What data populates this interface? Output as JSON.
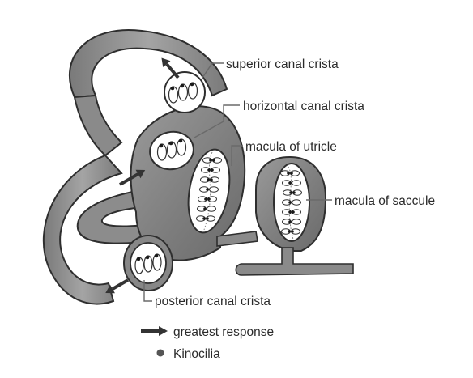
{
  "labels": {
    "superior": "superior canal crista",
    "horizontal": "horizontal canal crista",
    "utricle": "macula of utricle",
    "saccule": "macula of saccule",
    "posterior": "posterior canal crista"
  },
  "legend": {
    "arrow_text": "greatest response",
    "dot_text": "Kinocilia"
  },
  "colors": {
    "organ_fill": "#8e8e8e",
    "organ_dark": "#5a5a5a",
    "organ_light": "#b8b8b8",
    "organ_outline": "#2e2e2e",
    "cell_fill": "#ffffff",
    "kinocilium": "#1a1a1a",
    "arrow": "#333333",
    "label_text": "#2b2b2b"
  },
  "icons": {
    "response_arrow": "arrow-right-icon",
    "kinocilium_dot": "dot-icon"
  }
}
